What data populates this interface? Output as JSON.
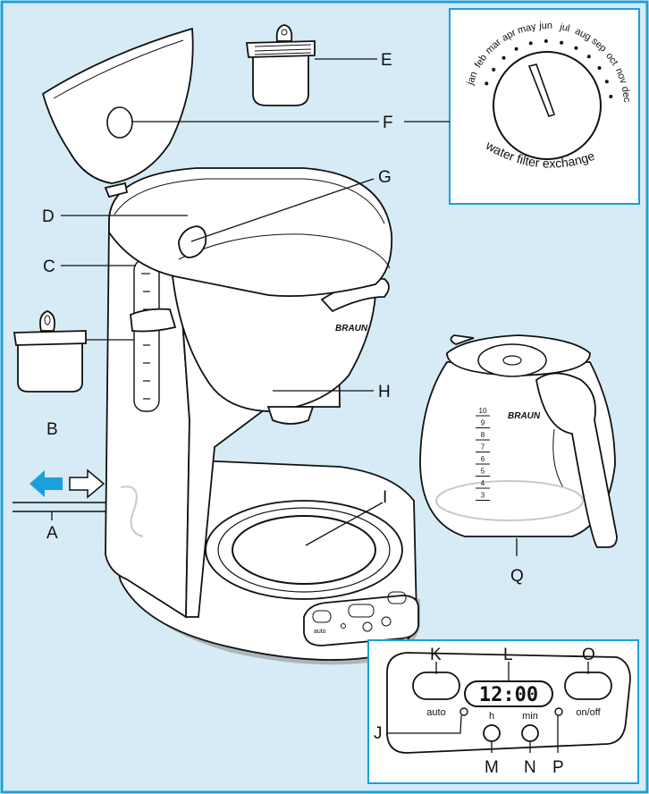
{
  "labels": {
    "A": "A",
    "B": "B",
    "C": "C",
    "D": "D",
    "E": "E",
    "F": "F",
    "G": "G",
    "H": "H",
    "I": "I",
    "J": "J",
    "K": "K",
    "L": "L",
    "M": "M",
    "N": "N",
    "O": "O",
    "P": "P",
    "Q": "Q"
  },
  "filter_dial": {
    "months": [
      "jan",
      "feb",
      "mar",
      "apr",
      "may",
      "jun",
      "jul",
      "aug",
      "sep",
      "oct",
      "nov",
      "dec"
    ],
    "caption": "water filter exchange"
  },
  "control_panel": {
    "clock": "12:00",
    "auto_label": "auto",
    "h_label": "h",
    "min_label": "min",
    "onoff_label": "on/off"
  },
  "brand": "BRAUN",
  "carafe_scale": [
    "10",
    "9",
    "8",
    "7",
    "6",
    "5",
    "4",
    "3"
  ],
  "colors": {
    "background": "#d6ebf5",
    "border": "#1aa0dc",
    "arrow_fill": "#1aa0dc"
  }
}
